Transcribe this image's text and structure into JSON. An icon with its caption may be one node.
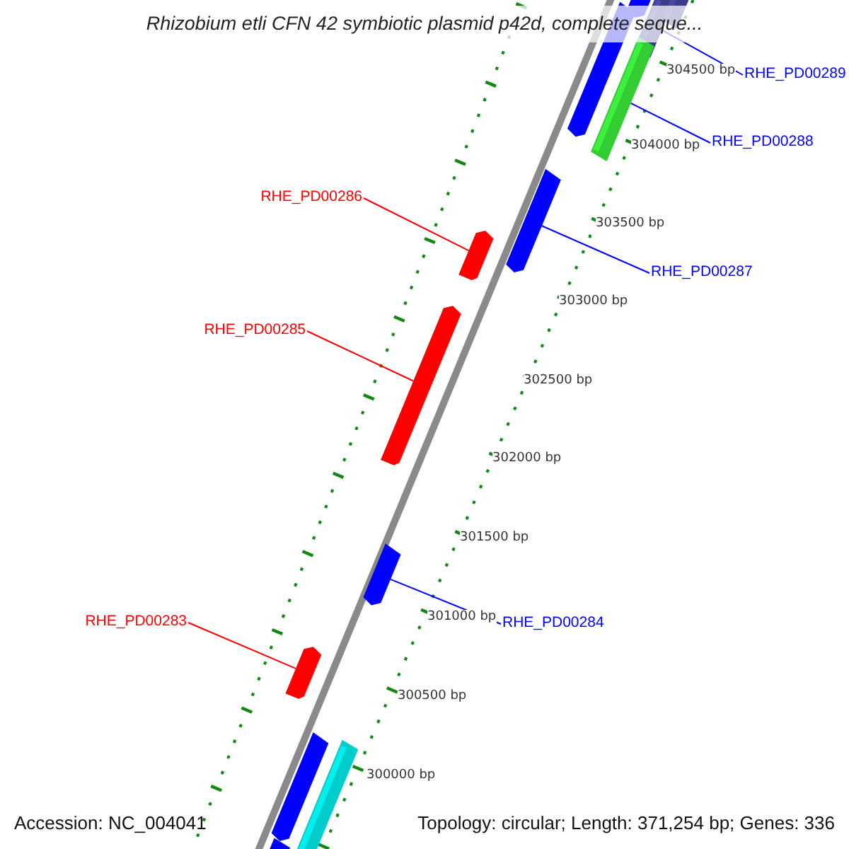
{
  "diagram": {
    "title": "Rhizobium etli CFN 42 symbiotic plasmid p42d, complete seque...",
    "nodes": [
      {
        "text": [
          "RHE_PD00289"
        ]
      },
      {
        "text": [
          "RHE_PD00288"
        ]
      },
      {
        "text": [
          "RHE_PD00286"
        ]
      },
      {
        "text": [
          "RHE_PD00287"
        ]
      },
      {
        "text": [
          "RHE_PD00285"
        ]
      },
      {
        "text": [
          "RHE_PD00283"
        ]
      },
      {
        "text": [
          "RHE_PD00284"
        ]
      },
      {
        "text": [],
        "shape": "bar"
      },
      {
        "text": [],
        "shape": "bar"
      },
      {
        "text": [],
        "shape": "bar"
      },
      {
        "text": [],
        "shape": "bar"
      },
      {
        "text": [],
        "shape": "bar"
      },
      {
        "text": [],
        "shape": "bar"
      },
      {
        "text": [],
        "shape": "bar"
      },
      {
        "text": [],
        "shape": "bar"
      },
      {
        "text": [],
        "shape": "bar"
      },
      {
        "text": [],
        "shape": "bar"
      },
      {
        "text": [],
        "shape": "bar"
      },
      {
        "text": [],
        "shape": "bar"
      },
      {
        "text": [],
        "shape": "bar"
      }
    ],
    "edges": [
      {
        "from": 0,
        "to": 7,
        "arrow": "none"
      },
      {
        "from": 1,
        "to": 8,
        "arrow": "none"
      },
      {
        "from": 2,
        "to": 9,
        "arrow": "none",
        "color": "#ff0000"
      },
      {
        "from": 3,
        "to": 10,
        "arrow": "none"
      },
      {
        "from": 4,
        "to": 11,
        "arrow": "none",
        "color": "#ff0000"
      },
      {
        "from": 5,
        "to": 12,
        "arrow": "none",
        "color": "#ff0000"
      },
      {
        "from": 6,
        "to": 13,
        "arrow": "none"
      }
    ],
    "labels": [
      "304500 bp",
      "304000 bp",
      "303500 bp",
      "303000 bp",
      "302500 bp",
      "302000 bp",
      "301500 bp",
      "301000 bp",
      "300500 bp",
      "300000 bp",
      "Accession: NC_004041",
      "Topology: circular; Length: 371,254 bp; Genes: 336"
    ]
  }
}
